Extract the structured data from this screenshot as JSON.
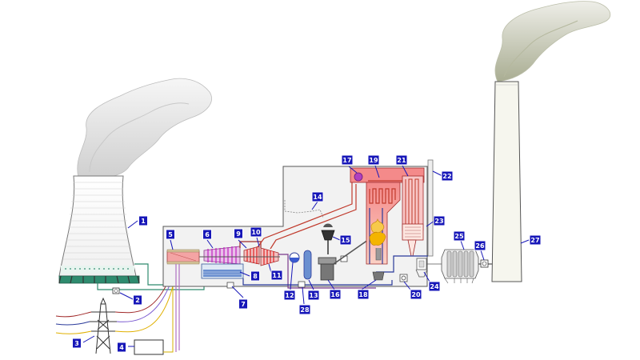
{
  "diagram": {
    "callouts": [
      {
        "id": "1",
        "label": "1"
      },
      {
        "id": "2",
        "label": "2"
      },
      {
        "id": "3",
        "label": "3"
      },
      {
        "id": "4",
        "label": "4"
      },
      {
        "id": "5",
        "label": "5"
      },
      {
        "id": "6",
        "label": "6"
      },
      {
        "id": "7",
        "label": "7"
      },
      {
        "id": "8",
        "label": "8"
      },
      {
        "id": "9",
        "label": "9"
      },
      {
        "id": "10",
        "label": "10"
      },
      {
        "id": "11",
        "label": "11"
      },
      {
        "id": "12",
        "label": "12"
      },
      {
        "id": "13",
        "label": "13"
      },
      {
        "id": "14",
        "label": "14"
      },
      {
        "id": "15",
        "label": "15"
      },
      {
        "id": "16",
        "label": "16"
      },
      {
        "id": "17",
        "label": "17"
      },
      {
        "id": "18",
        "label": "18"
      },
      {
        "id": "19",
        "label": "19"
      },
      {
        "id": "20",
        "label": "20"
      },
      {
        "id": "21",
        "label": "21"
      },
      {
        "id": "22",
        "label": "22"
      },
      {
        "id": "23",
        "label": "23"
      },
      {
        "id": "24",
        "label": "24"
      },
      {
        "id": "25",
        "label": "25"
      },
      {
        "id": "26",
        "label": "26"
      },
      {
        "id": "27",
        "label": "27"
      },
      {
        "id": "28",
        "label": "28"
      }
    ],
    "colors": {
      "callout_fill": "#1616b8",
      "cooling_water": "#2e8b6e",
      "steam_red": "#c0392b",
      "steam_purple": "#7a3a8c",
      "feedwater_blue": "#2a3a9a",
      "boiler_fill": "#f5b0a0",
      "flame": "#f4b400",
      "smoke": "#c9cdb4",
      "building_fill": "#f2f2f2",
      "transmission_wire": "#7a5ad0"
    }
  }
}
